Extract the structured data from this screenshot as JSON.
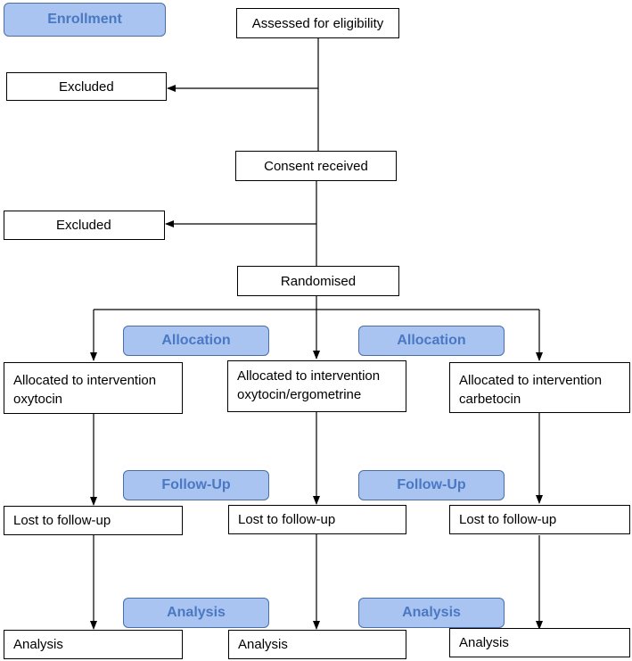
{
  "colors": {
    "stage_fill": "#a9c4f0",
    "stage_text": "#4a78c2",
    "box_border": "#000000"
  },
  "stages": {
    "enrollment": "Enrollment",
    "allocation": "Allocation",
    "follow_up": "Follow-Up",
    "analysis": "Analysis"
  },
  "boxes": {
    "assessed": "Assessed for eligibility",
    "excluded_1": "Excluded",
    "consent": "Consent received",
    "excluded_2": "Excluded",
    "randomised": "Randomised"
  },
  "arms": [
    {
      "allocated_line1": "Allocated to intervention",
      "allocated_line2": "oxytocin",
      "lost": "Lost to follow-up",
      "analysis": "Analysis"
    },
    {
      "allocated_line1": "Allocated to intervention",
      "allocated_line2": "oxytocin/ergometrine",
      "lost": "Lost to follow-up",
      "analysis": "Analysis"
    },
    {
      "allocated_line1": "Allocated to intervention",
      "allocated_line2": "carbetocin",
      "lost": "Lost to follow-up",
      "analysis": "Analysis"
    }
  ]
}
